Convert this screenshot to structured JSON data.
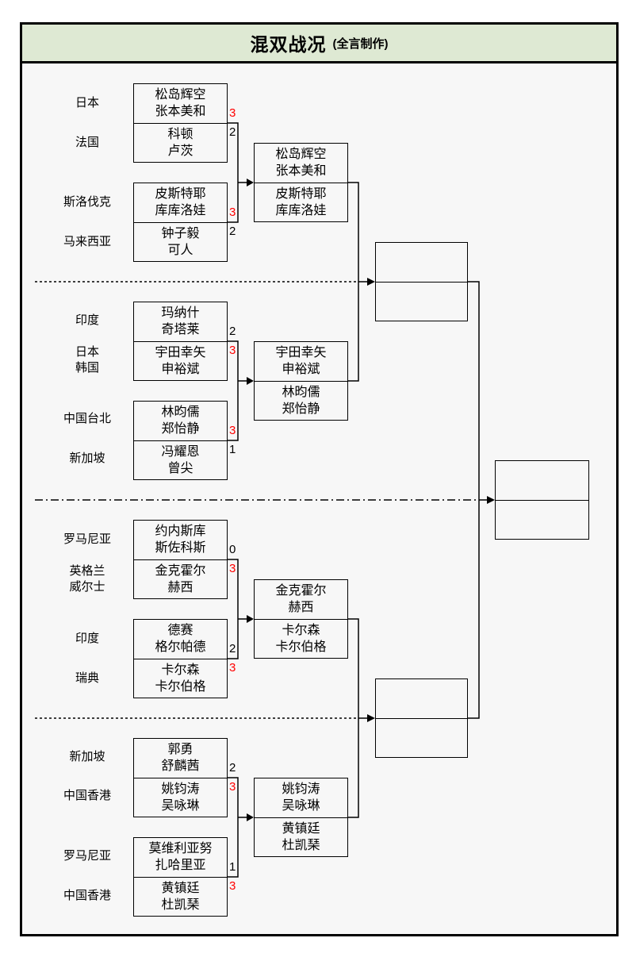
{
  "title": {
    "main": "混双战况",
    "credit": "(全言制作)"
  },
  "colors": {
    "header_bg": "#dee9d3",
    "page_bg": "#f7f7f7",
    "win_score": "#ff0000",
    "line": "#000000"
  },
  "sections": [
    {
      "matches": [
        {
          "teams": [
            {
              "country": "日本",
              "players": "松岛辉空\n张本美和",
              "score": "3",
              "winner": true
            },
            {
              "country": "法国",
              "players": "科顿\n卢茨",
              "score": "2",
              "winner": false
            }
          ]
        },
        {
          "teams": [
            {
              "country": "斯洛伐克",
              "players": "皮斯特耶\n库库洛娃",
              "score": "3",
              "winner": true
            },
            {
              "country": "马来西亚",
              "players": "钟子毅\n可人",
              "score": "2",
              "winner": false
            }
          ]
        }
      ],
      "winner_box": {
        "top": "松岛辉空\n张本美和",
        "bottom": "皮斯特耶\n库库洛娃"
      }
    },
    {
      "matches": [
        {
          "teams": [
            {
              "country": "印度",
              "players": "玛纳什\n奇塔莱",
              "score": "2",
              "winner": false
            },
            {
              "country": "日本\n韩国",
              "players": "宇田幸矢\n申裕斌",
              "score": "3",
              "winner": true
            }
          ]
        },
        {
          "teams": [
            {
              "country": "中国台北",
              "players": "林昀儒\n郑怡静",
              "score": "3",
              "winner": true
            },
            {
              "country": "新加坡",
              "players": "冯耀恩\n曾尖",
              "score": "1",
              "winner": false
            }
          ]
        }
      ],
      "winner_box": {
        "top": "宇田幸矢\n申裕斌",
        "bottom": "林昀儒\n郑怡静"
      }
    },
    {
      "matches": [
        {
          "teams": [
            {
              "country": "罗马尼亚",
              "players": "约内斯库\n斯佐科斯",
              "score": "0",
              "winner": false
            },
            {
              "country": "英格兰\n威尔士",
              "players": "金克霍尔\n赫西",
              "score": "3",
              "winner": true
            }
          ]
        },
        {
          "teams": [
            {
              "country": "印度",
              "players": "德赛\n格尔帕德",
              "score": "2",
              "winner": false
            },
            {
              "country": "瑞典",
              "players": "卡尔森\n卡尔伯格",
              "score": "3",
              "winner": true
            }
          ]
        }
      ],
      "winner_box": {
        "top": "金克霍尔\n赫西",
        "bottom": "卡尔森\n卡尔伯格"
      }
    },
    {
      "matches": [
        {
          "teams": [
            {
              "country": "新加坡",
              "players": "郭勇\n舒麟茜",
              "score": "2",
              "winner": false
            },
            {
              "country": "中国香港",
              "players": "姚钧涛\n吴咏琳",
              "score": "3",
              "winner": true
            }
          ]
        },
        {
          "teams": [
            {
              "country": "罗马尼亚",
              "players": "莫维利亚努\n扎哈里亚",
              "score": "1",
              "winner": false
            },
            {
              "country": "中国香港",
              "players": "黄镇廷\n杜凯琹",
              "score": "3",
              "winner": true
            }
          ]
        }
      ],
      "winner_box": {
        "top": "姚钧涛\n吴咏琳",
        "bottom": "黄镇廷\n杜凯琹"
      }
    }
  ],
  "semifinals": [
    {
      "top": "",
      "bottom": ""
    },
    {
      "top": "",
      "bottom": ""
    }
  ],
  "final": {
    "top": "",
    "bottom": ""
  }
}
